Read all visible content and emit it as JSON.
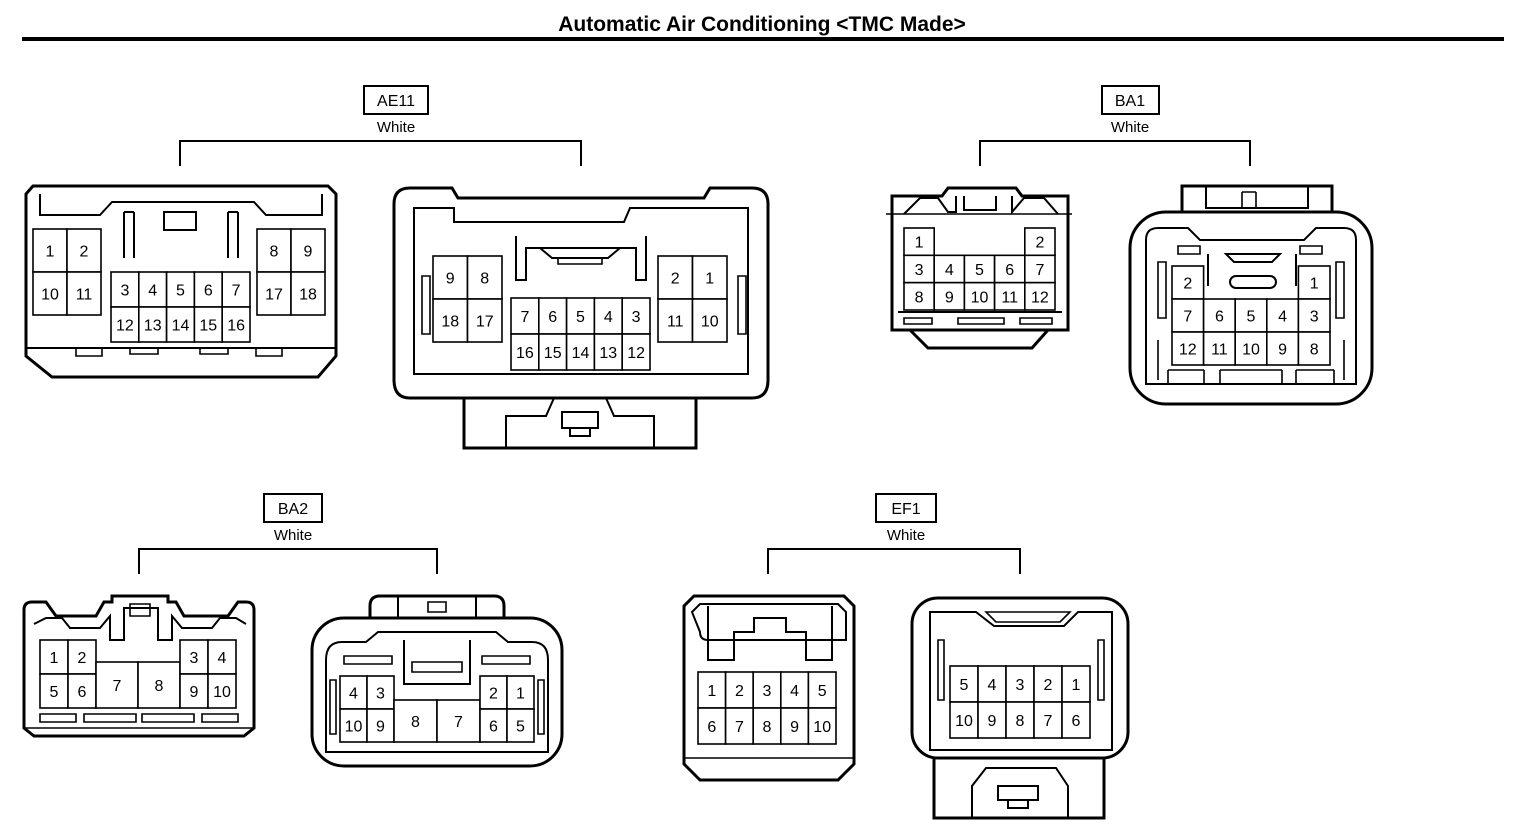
{
  "page": {
    "title": "Automatic Air Conditioning <TMC Made>"
  },
  "connectors": [
    {
      "code": "AE11",
      "color": "White",
      "views": [
        {
          "blocks": [
            {
              "cols": 2,
              "rows": [
                [
                  "1",
                  "2"
                ],
                [
                  "10",
                  "11"
                ]
              ]
            },
            {
              "cols": 5,
              "rows": [
                [
                  "3",
                  "4",
                  "5",
                  "6",
                  "7"
                ],
                [
                  "12",
                  "13",
                  "14",
                  "15",
                  "16"
                ]
              ]
            },
            {
              "cols": 2,
              "rows": [
                [
                  "8",
                  "9"
                ],
                [
                  "17",
                  "18"
                ]
              ]
            }
          ]
        },
        {
          "blocks": [
            {
              "cols": 2,
              "rows": [
                [
                  "9",
                  "8"
                ],
                [
                  "18",
                  "17"
                ]
              ]
            },
            {
              "cols": 5,
              "rows": [
                [
                  "7",
                  "6",
                  "5",
                  "4",
                  "3"
                ],
                [
                  "16",
                  "15",
                  "14",
                  "13",
                  "12"
                ]
              ]
            },
            {
              "cols": 2,
              "rows": [
                [
                  "2",
                  "1"
                ],
                [
                  "11",
                  "10"
                ]
              ]
            }
          ]
        }
      ]
    },
    {
      "code": "BA1",
      "color": "White",
      "views": [
        {
          "blocks": [
            {
              "cols": 5,
              "rows": [
                [
                  "1",
                  "",
                  "",
                  "",
                  "2"
                ],
                [
                  "3",
                  "4",
                  "5",
                  "6",
                  "7"
                ],
                [
                  "8",
                  "9",
                  "10",
                  "11",
                  "12"
                ]
              ]
            }
          ]
        },
        {
          "blocks": [
            {
              "cols": 5,
              "rows": [
                [
                  "2",
                  "",
                  "",
                  "",
                  "1"
                ],
                [
                  "7",
                  "6",
                  "5",
                  "4",
                  "3"
                ],
                [
                  "12",
                  "11",
                  "10",
                  "9",
                  "8"
                ]
              ]
            }
          ]
        }
      ]
    },
    {
      "code": "BA2",
      "color": "White",
      "views": [
        {
          "blocks": [
            {
              "cols": 2,
              "rows": [
                [
                  "1",
                  "2"
                ],
                [
                  "5",
                  "6"
                ]
              ]
            },
            {
              "cols": 2,
              "rows": [
                [
                  "7",
                  "8"
                ]
              ]
            },
            {
              "cols": 2,
              "rows": [
                [
                  "3",
                  "4"
                ],
                [
                  "9",
                  "10"
                ]
              ]
            }
          ]
        },
        {
          "blocks": [
            {
              "cols": 2,
              "rows": [
                [
                  "4",
                  "3"
                ],
                [
                  "10",
                  "9"
                ]
              ]
            },
            {
              "cols": 2,
              "rows": [
                [
                  "8",
                  "7"
                ]
              ]
            },
            {
              "cols": 2,
              "rows": [
                [
                  "2",
                  "1"
                ],
                [
                  "6",
                  "5"
                ]
              ]
            }
          ]
        }
      ]
    },
    {
      "code": "EF1",
      "color": "White",
      "views": [
        {
          "blocks": [
            {
              "cols": 5,
              "rows": [
                [
                  "1",
                  "2",
                  "3",
                  "4",
                  "5"
                ],
                [
                  "6",
                  "7",
                  "8",
                  "9",
                  "10"
                ]
              ]
            }
          ]
        },
        {
          "blocks": [
            {
              "cols": 5,
              "rows": [
                [
                  "5",
                  "4",
                  "3",
                  "2",
                  "1"
                ],
                [
                  "10",
                  "9",
                  "8",
                  "7",
                  "6"
                ]
              ]
            }
          ]
        }
      ]
    }
  ]
}
